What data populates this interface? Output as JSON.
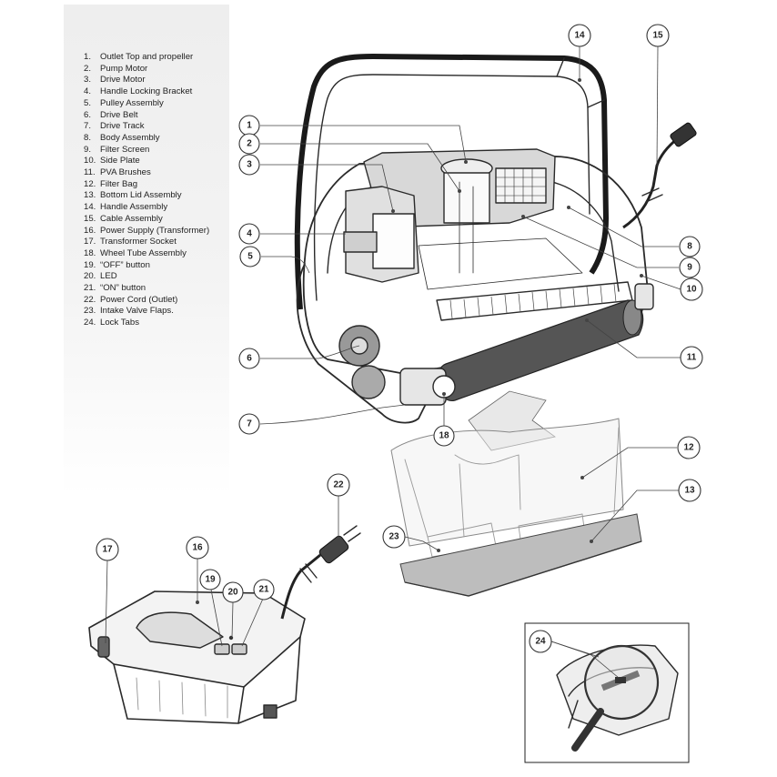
{
  "legend": [
    {
      "num": "1.",
      "label": "Outlet Top and propeller"
    },
    {
      "num": "2.",
      "label": "Pump Motor"
    },
    {
      "num": "3.",
      "label": "Drive Motor"
    },
    {
      "num": "4.",
      "label": "Handle Locking Bracket"
    },
    {
      "num": "5.",
      "label": "Pulley Assembly"
    },
    {
      "num": "6.",
      "label": "Drive Belt"
    },
    {
      "num": "7.",
      "label": "Drive Track"
    },
    {
      "num": "8.",
      "label": "Body Assembly"
    },
    {
      "num": "9.",
      "label": "Filter Screen"
    },
    {
      "num": "10.",
      "label": "Side Plate"
    },
    {
      "num": "11.",
      "label": "PVA Brushes"
    },
    {
      "num": "12.",
      "label": "Filter Bag"
    },
    {
      "num": "13.",
      "label": "Bottom Lid Assembly"
    },
    {
      "num": "14.",
      "label": "Handle Assembly"
    },
    {
      "num": "15.",
      "label": "Cable Assembly"
    },
    {
      "num": "16.",
      "label": "Power Supply (Transformer)"
    },
    {
      "num": "17.",
      "label": "Transformer Socket"
    },
    {
      "num": "18.",
      "label": "Wheel Tube Assembly"
    },
    {
      "num": "19.",
      "label": "“OFF” button"
    },
    {
      "num": "20.",
      "label": "LED"
    },
    {
      "num": "21.",
      "label": "“ON” button"
    },
    {
      "num": "22.",
      "label": "Power Cord (Outlet)"
    },
    {
      "num": "23.",
      "label": "Intake Valve Flaps."
    },
    {
      "num": "24.",
      "label": "Lock Tabs"
    }
  ],
  "callouts": [
    "1",
    "2",
    "3",
    "4",
    "5",
    "6",
    "7",
    "8",
    "9",
    "10",
    "11",
    "12",
    "13",
    "14",
    "15",
    "16",
    "17",
    "18",
    "19",
    "20",
    "21",
    "22",
    "23",
    "24"
  ]
}
